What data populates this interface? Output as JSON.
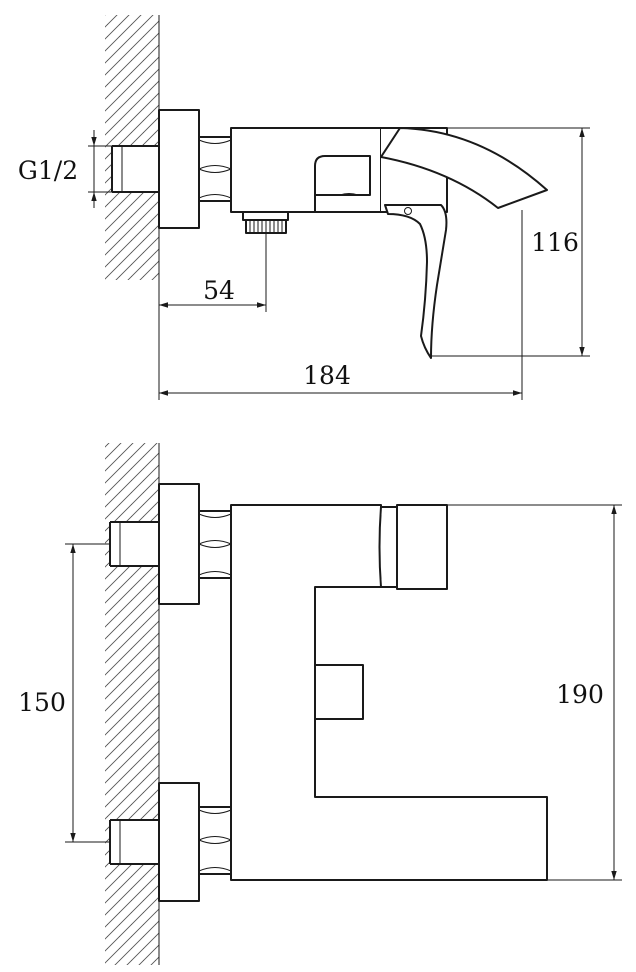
{
  "side_view": {
    "thread_label": "G1/2",
    "dim_spout_height": "116",
    "dim_outlet_offset": "54",
    "dim_projection": "184"
  },
  "front_view": {
    "dim_inlet_spacing": "150",
    "dim_body_height": "190"
  },
  "colors": {
    "line": "#1a1a1a",
    "hatch": "#555555",
    "background": "#ffffff"
  }
}
